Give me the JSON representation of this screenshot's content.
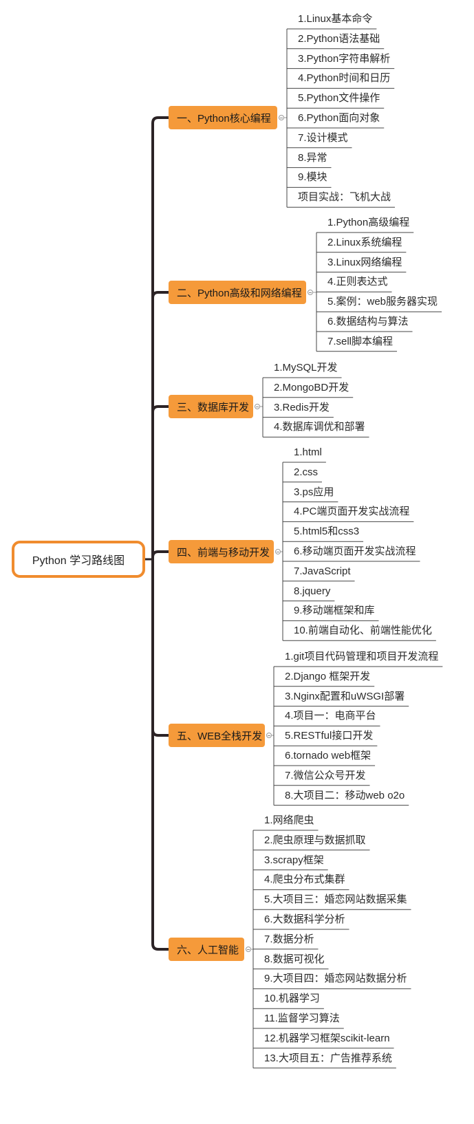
{
  "root": {
    "label": "Python 学习路线图"
  },
  "branches": [
    {
      "label": "一、Python核心编程",
      "items": [
        "1.Linux基本命令",
        "2.Python语法基础",
        "3.Python字符串解析",
        "4.Python时间和日历",
        "5.Python文件操作",
        "6.Python面向对象",
        "7.设计模式",
        "8.异常",
        "9.模块",
        "项目实战：飞机大战"
      ]
    },
    {
      "label": "二、Python高级和网络编程",
      "items": [
        "1.Python高级编程",
        "2.Linux系统编程",
        "3.Linux网络编程",
        "4.正则表达式",
        "5.案例：web服务器实现",
        "6.数据结构与算法",
        "7.sell脚本编程"
      ]
    },
    {
      "label": "三、数据库开发",
      "items": [
        "1.MySQL开发",
        "2.MongoBD开发",
        "3.Redis开发",
        "4.数据库调优和部署"
      ]
    },
    {
      "label": "四、前端与移动开发",
      "items": [
        "1.html",
        "2.css",
        "3.ps应用",
        "4.PC端页面开发实战流程",
        "5.html5和css3",
        "6.移动端页面开发实战流程",
        "7.JavaScript",
        "8.jquery",
        "9.移动端框架和库",
        "10.前端自动化、前端性能优化"
      ]
    },
    {
      "label": "五、WEB全栈开发",
      "items": [
        "1.git项目代码管理和项目开发流程",
        "2.Django 框架开发",
        "3.Nginx配置和uWSGI部署",
        "4.项目一：电商平台",
        "5.RESTful接口开发",
        "6.tornado web框架",
        "7.微信公众号开发",
        "8.大项目二：移动web o2o"
      ]
    },
    {
      "label": "六、人工智能",
      "items": [
        "1.网络爬虫",
        "2.爬虫原理与数据抓取",
        "3.scrapy框架",
        "4.爬虫分布式集群",
        "5.大项目三：婚恋网站数据采集",
        "6.大数据科学分析",
        "7.数据分析",
        "8.数据可视化",
        "9.大项目四：婚恋网站数据分析",
        "10.机器学习",
        "11.监督学习算法",
        "12.机器学习框架scikit-learn",
        "13.大项目五：广告推荐系统"
      ]
    }
  ],
  "colors": {
    "accent": "#f59a3a",
    "root_border": "#f08c2e",
    "trunk": "#2b2326",
    "leaf_line": "#444444"
  }
}
